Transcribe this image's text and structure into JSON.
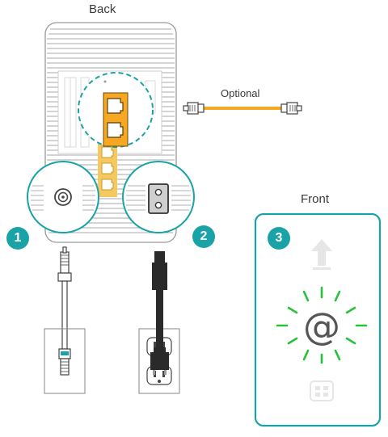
{
  "labels": {
    "back": "Back",
    "front": "Front",
    "optional": "Optional"
  },
  "steps": {
    "one": "1",
    "two": "2",
    "three": "3"
  },
  "front_panel": {
    "symbol": "@"
  },
  "colors": {
    "accent_teal": "#1aa3a7",
    "ethernet_orange": "#f7a823",
    "port_highlight": "#f5c95f",
    "status_green": "#28c23a",
    "dim_icon": "#e6e6e6",
    "device_outline": "#9a9a9a",
    "power_cable": "#2a2a2a"
  }
}
